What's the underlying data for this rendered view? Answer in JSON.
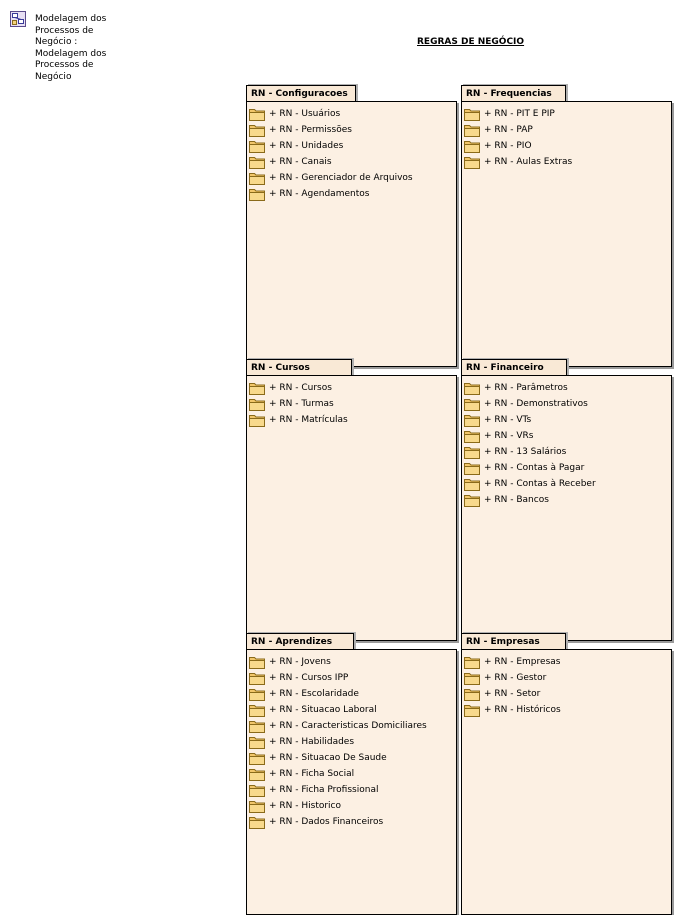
{
  "diagram_ref": {
    "icon": "diagram-icon",
    "text": "Modelagem dos Processos de Negócio : Modelagem dos Processos de Negócio"
  },
  "title": "REGRAS DE NEGÓCIO",
  "colors": {
    "package_fill": "#fcf0e3",
    "package_tab": "#f9e9d6",
    "folder": "#f2c66a",
    "border": "#000000"
  },
  "packages": [
    {
      "name": "RN - Configuracoes",
      "items": [
        "+ RN - Usuários",
        "+ RN - Permissões",
        "+ RN - Unidades",
        "+ RN - Canais",
        "+ RN - Gerenciador de Arquivos",
        "+ RN - Agendamentos"
      ]
    },
    {
      "name": "RN - Frequencias",
      "items": [
        "+ RN - PIT E PIP",
        "+ RN - PAP",
        "+ RN - PIO",
        "+ RN - Aulas Extras"
      ]
    },
    {
      "name": "RN - Cursos",
      "items": [
        "+ RN - Cursos",
        "+ RN - Turmas",
        "+ RN - Matrículas"
      ]
    },
    {
      "name": "RN - Financeiro",
      "items": [
        "+ RN - Parâmetros",
        "+ RN - Demonstrativos",
        "+ RN - VTs",
        "+ RN - VRs",
        "+ RN - 13 Salários",
        "+ RN - Contas à Pagar",
        "+ RN - Contas à Receber",
        "+ RN - Bancos"
      ]
    },
    {
      "name": "RN - Aprendizes",
      "items": [
        "+ RN - Jovens",
        "+ RN - Cursos IPP",
        "+ RN - Escolaridade",
        "+ RN - Situacao Laboral",
        "+ RN - Caracteristicas Domiciliares",
        "+ RN - Habilidades",
        "+ RN - Situacao De Saude",
        "+ RN - Ficha Social",
        "+ RN - Ficha Profissional",
        "+ RN - Historico",
        "+ RN - Dados Financeiros"
      ]
    },
    {
      "name": "RN - Empresas",
      "items": [
        "+ RN - Empresas",
        "+ RN - Gestor",
        "+ RN - Setor",
        "+ RN - Históricos"
      ]
    }
  ]
}
